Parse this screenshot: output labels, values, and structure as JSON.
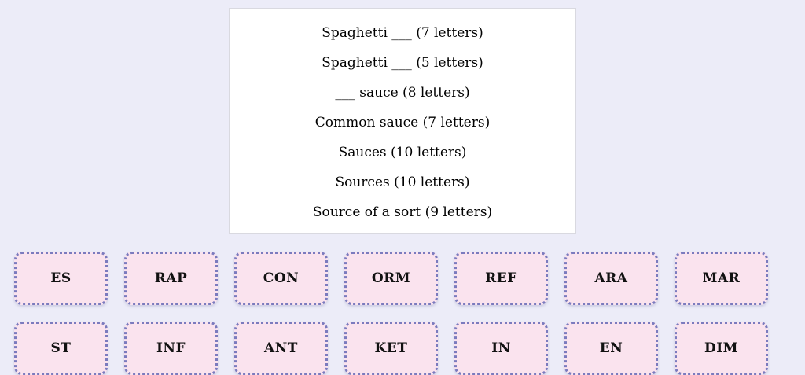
{
  "colors": {
    "page_background": "#ececf8",
    "card_background": "#ffffff",
    "card_border": "#d9d9e0",
    "tile_background": "#fae3ee",
    "tile_border": "#7b7bbe",
    "tile_text": "#111111",
    "clue_text": "#000000"
  },
  "clue_card": {
    "clues": [
      "Spaghetti ___ (7 letters)",
      "Spaghetti ___ (5 letters)",
      "___ sauce (8 letters)",
      "Common sauce (7 letters)",
      "Sauces (10 letters)",
      "Sources (10 letters)",
      "Source of a sort (9 letters)"
    ]
  },
  "tiles": {
    "row1": [
      "ES",
      "RAP",
      "CON",
      "ORM",
      "REF",
      "ARA",
      "MAR"
    ],
    "row2": [
      "ST",
      "INF",
      "ANT",
      "KET",
      "IN",
      "EN",
      "DIM"
    ]
  }
}
